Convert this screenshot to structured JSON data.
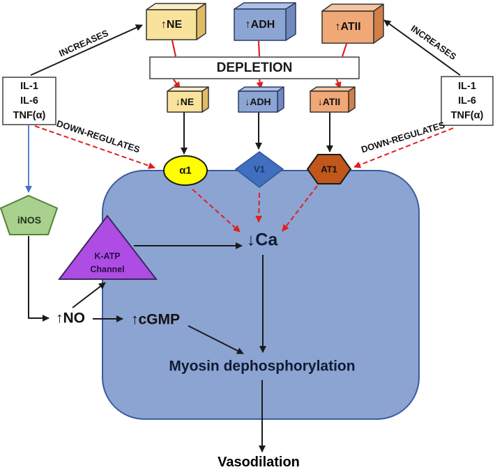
{
  "palette": {
    "red_arrow": "#E01F1F",
    "blue_arrow": "#4472C4",
    "black_arrow": "#1A1A1A",
    "cell_fill": "#8CA4D2",
    "cell_stroke": "#3C5A9A",
    "gold_box": "#F9E29B",
    "blue_box": "#8CA5D3",
    "orange_box": "#F0A877",
    "yellow_receptor": "#FFFF00",
    "blue_receptor": "#3F6FBE",
    "orange_receptor": "#C1571B",
    "green_pentagon": "#A9D18E",
    "purple_triangle": "#AE4CE4"
  },
  "top_boxes": [
    {
      "label": "↑NE"
    },
    {
      "label": "↑ADH"
    },
    {
      "label": "↑ATII"
    }
  ],
  "depletion": {
    "label": "DEPLETION"
  },
  "mid_boxes": [
    {
      "label": "↓NE"
    },
    {
      "label": "↓ADH"
    },
    {
      "label": "↓ATII"
    }
  ],
  "cytokines_left": {
    "lines": [
      "IL-1",
      "IL-6",
      "TNF(α)"
    ]
  },
  "cytokines_right": {
    "lines": [
      "IL-1",
      "IL-6",
      "TNF(α)"
    ]
  },
  "edge_labels": {
    "increases_left": "INCREASES",
    "increases_right": "INCREASES",
    "down_regulates_left": "DOWN-REGULATES",
    "down_regulates_right": "DOWN-REGULATES"
  },
  "receptors": [
    {
      "label": "α1"
    },
    {
      "label": "V1"
    },
    {
      "label": "AT1"
    }
  ],
  "nodes": {
    "inos": "iNOS",
    "katp_line1": "K-ATP",
    "katp_line2": "Channel",
    "no": "↑NO",
    "cgmp": "↑cGMP",
    "ca": "↓Ca",
    "myosin": "Myosin dephosphorylation",
    "vasodilation": "Vasodilation"
  }
}
